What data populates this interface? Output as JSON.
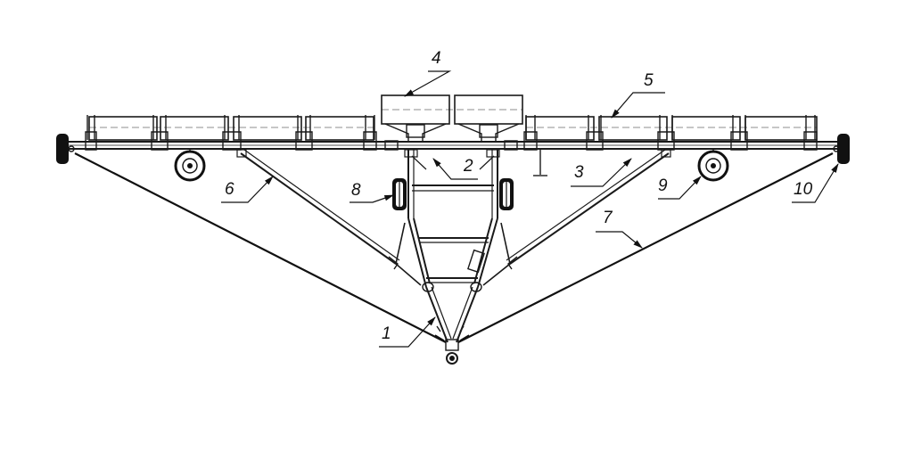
{
  "diagram": {
    "callouts": {
      "c1": "1",
      "c2": "2",
      "c3": "3",
      "c4": "4",
      "c5": "5",
      "c6": "6",
      "c7": "7",
      "c8": "8",
      "c9": "9",
      "c10": "10"
    },
    "colors": {
      "line": "#1a1a1a",
      "background": "#ffffff",
      "tire": "#111111"
    }
  }
}
